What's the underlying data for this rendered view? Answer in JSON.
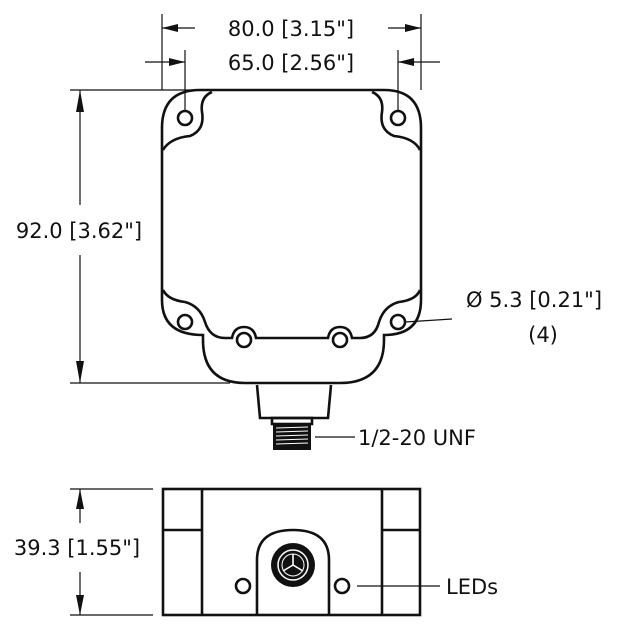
{
  "diagram": {
    "type": "mechanical dimension drawing",
    "units": "mm [in]",
    "views": [
      "top-view",
      "front-view"
    ],
    "colors": {
      "line": "#111111",
      "background": "#ffffff"
    }
  },
  "dimensions": {
    "overall_width": "80.0 [3.15\"]",
    "hole_spacing_width": "65.0 [2.56\"]",
    "overall_height": "92.0 [3.62\"]",
    "hole_diameter": "Ø 5.3 [0.21\"]",
    "hole_count": "(4)",
    "thread": "1/2-20 UNF",
    "depth": "39.3 [1.55\"]"
  },
  "callouts": {
    "leds": "LEDs"
  }
}
